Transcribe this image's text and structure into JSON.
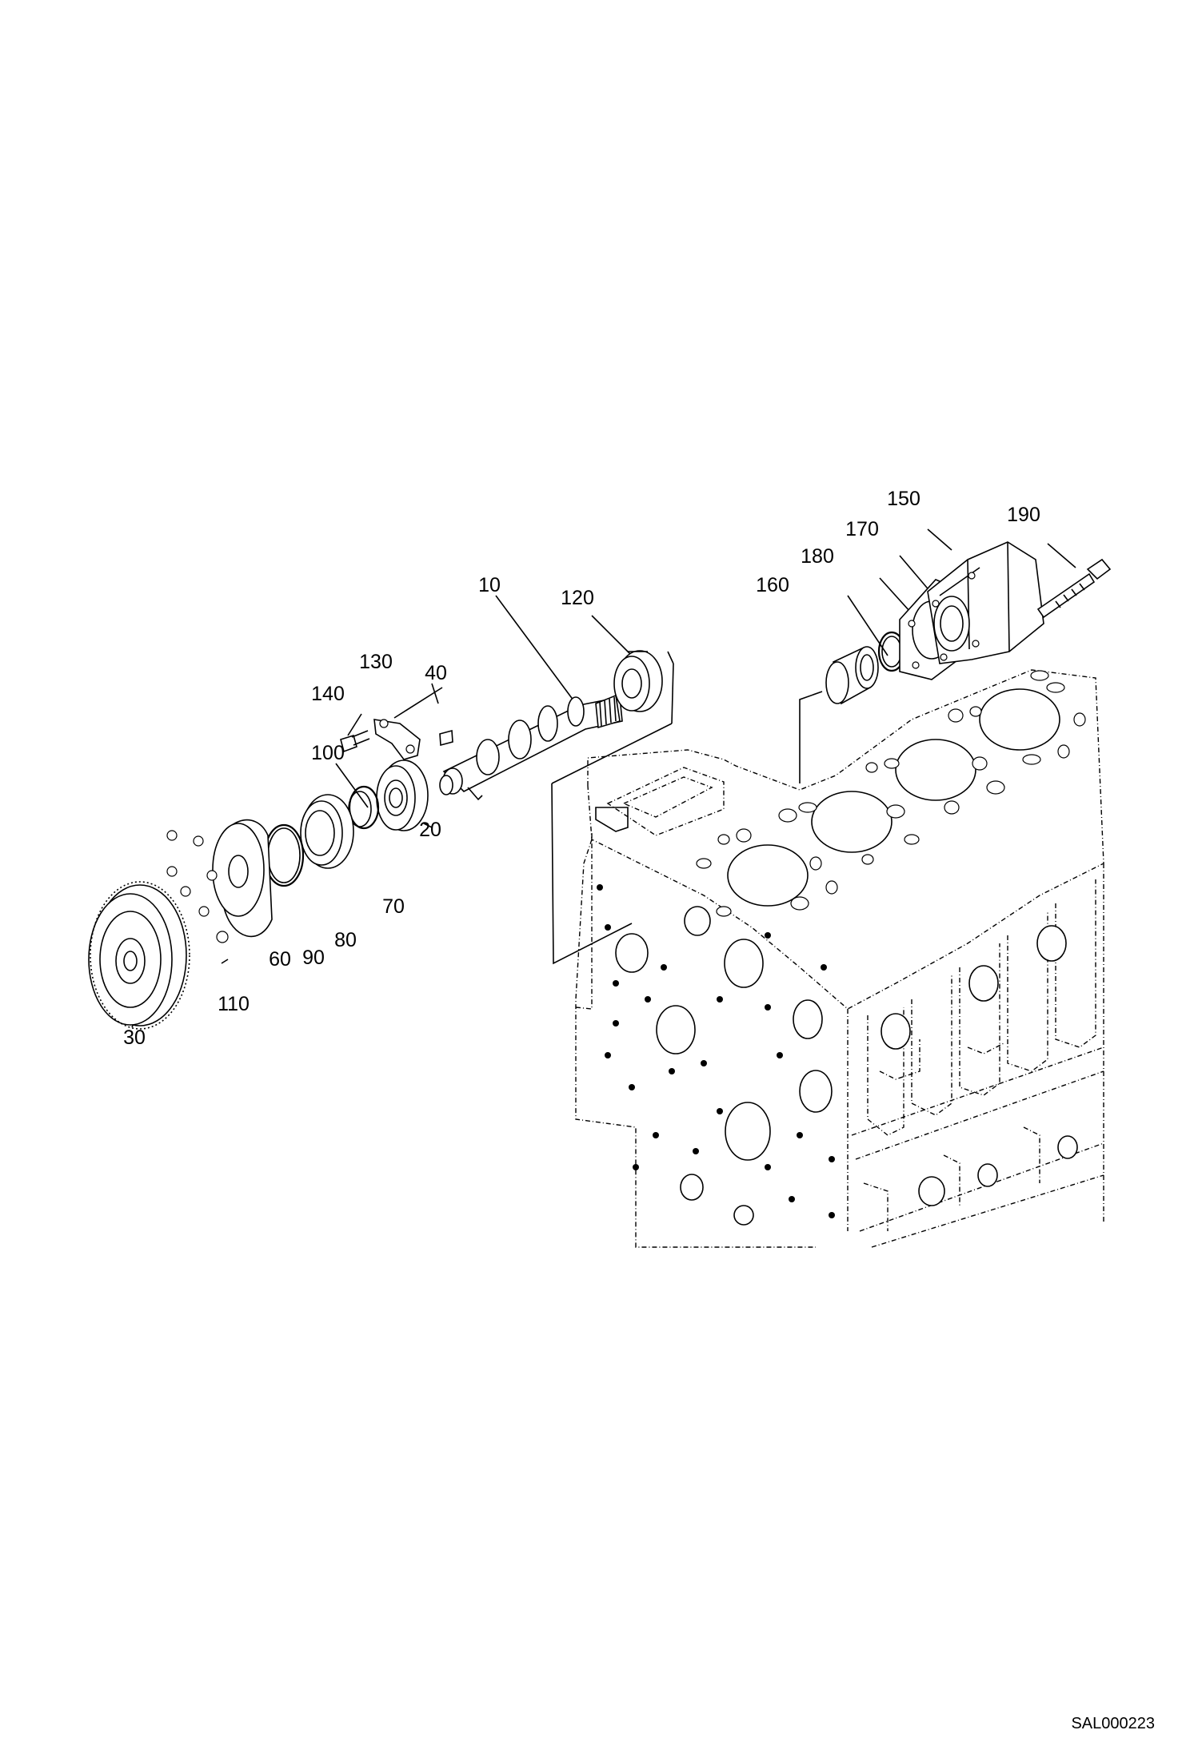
{
  "diagram": {
    "callouts": [
      {
        "id": "10",
        "label": "10"
      },
      {
        "id": "20",
        "label": "20"
      },
      {
        "id": "30",
        "label": "30"
      },
      {
        "id": "40",
        "label": "40"
      },
      {
        "id": "60",
        "label": "60"
      },
      {
        "id": "70",
        "label": "70"
      },
      {
        "id": "80",
        "label": "80"
      },
      {
        "id": "90",
        "label": "90"
      },
      {
        "id": "100",
        "label": "100"
      },
      {
        "id": "110",
        "label": "110"
      },
      {
        "id": "120",
        "label": "120"
      },
      {
        "id": "130",
        "label": "130"
      },
      {
        "id": "140",
        "label": "140"
      },
      {
        "id": "150",
        "label": "150"
      },
      {
        "id": "160",
        "label": "160"
      },
      {
        "id": "170",
        "label": "170"
      },
      {
        "id": "180",
        "label": "180"
      },
      {
        "id": "190",
        "label": "190"
      }
    ],
    "figure_code": "SAL000223"
  }
}
